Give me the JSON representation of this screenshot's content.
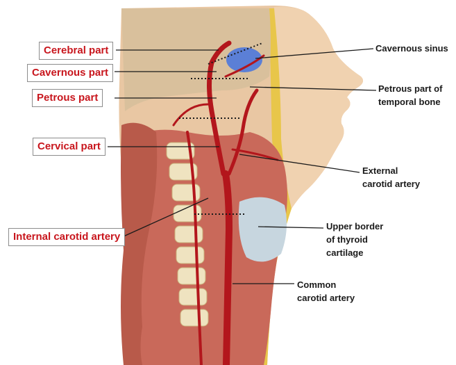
{
  "labels_left": {
    "cerebral_part": "Cerebral part",
    "cavernous_part": "Cavernous part",
    "petrous_part": "Petrous part",
    "cervical_part": "Cervical part",
    "internal_carotid_artery": "Internal carotid artery"
  },
  "labels_right": {
    "cavernous_sinus": "Cavernous sinus",
    "petrous_temporal_bone": "Petrous part of\ntemporal bone",
    "external_carotid_artery": "External\ncarotid artery",
    "thyroid_cartilage": "Upper border\nof thyroid\ncartilage",
    "common_carotid_artery": "Common\ncarotid artery"
  },
  "colors": {
    "label_red": "#c8161d",
    "artery": "#b3161c",
    "skin": "#e9c7a3",
    "muscle": "#c9695a",
    "bone": "#efe3c0",
    "fat": "#e8c64a",
    "sinus_blue": "#5b7fd6"
  }
}
